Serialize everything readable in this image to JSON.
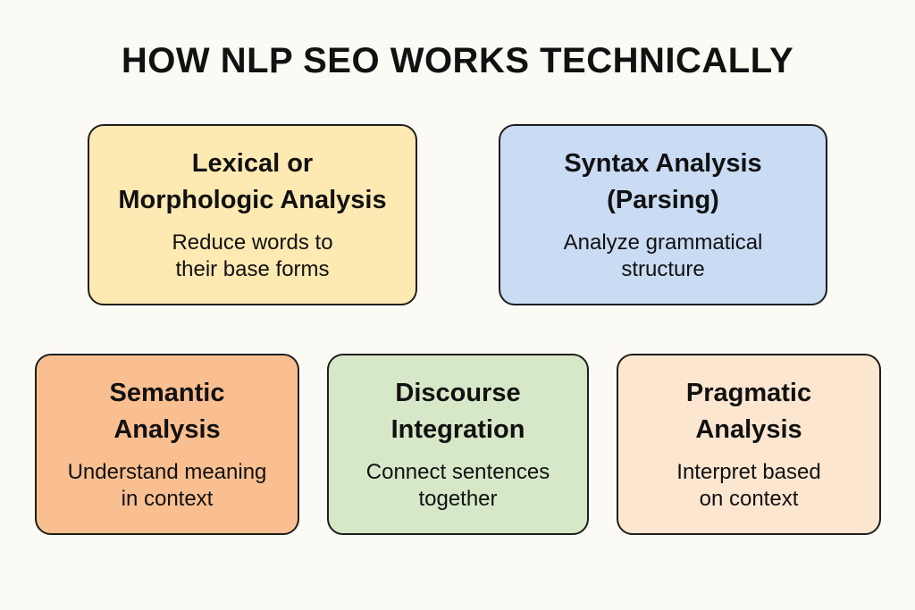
{
  "title": "HOW NLP SEO WORKS TECHNICALLY",
  "boxes": [
    {
      "heading": [
        "Lexical or",
        "Morphologic Analysis"
      ],
      "desc": [
        "Reduce words to",
        "their base forms"
      ],
      "color": "#fde9b2"
    },
    {
      "heading": [
        "Syntax Analysis",
        "(Parsing)"
      ],
      "desc": [
        "Analyze grammatical",
        "structure"
      ],
      "color": "#c9dcf4"
    },
    {
      "heading": [
        "Semantic",
        "Analysis"
      ],
      "desc": [
        "Understand meaning",
        "in context"
      ],
      "color": "#f9bf90"
    },
    {
      "heading": [
        "Discourse",
        "Integration"
      ],
      "desc": [
        "Connect sentences",
        "together"
      ],
      "color": "#d7e8c8"
    },
    {
      "heading": [
        "Pragmatic",
        "Analysis"
      ],
      "desc": [
        "Interpret based",
        "on context"
      ],
      "color": "#fce6cf"
    }
  ]
}
